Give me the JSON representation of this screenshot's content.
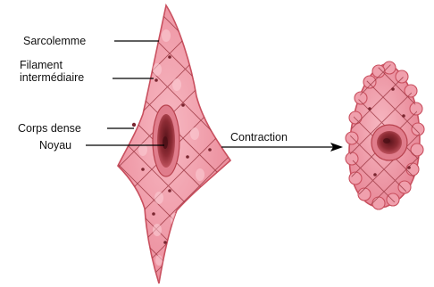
{
  "diagram": {
    "labels": {
      "sarcolemme": "Sarcolemme",
      "filament_line1": "Filament",
      "filament_line2": "intermédiaire",
      "corps_dense": "Corps dense",
      "noyau": "Noyau",
      "contraction": "Contraction"
    },
    "colors": {
      "cell_fill": "#f2a1ae",
      "cell_outline": "#c9505f",
      "cell_highlight": "#fbd0d7",
      "filament": "#9e3a45",
      "dense_body": "#7a2630",
      "nucleus_outer": "#b8424e",
      "nucleus_inner": "#6b1e25",
      "leader_line": "#000000"
    }
  }
}
